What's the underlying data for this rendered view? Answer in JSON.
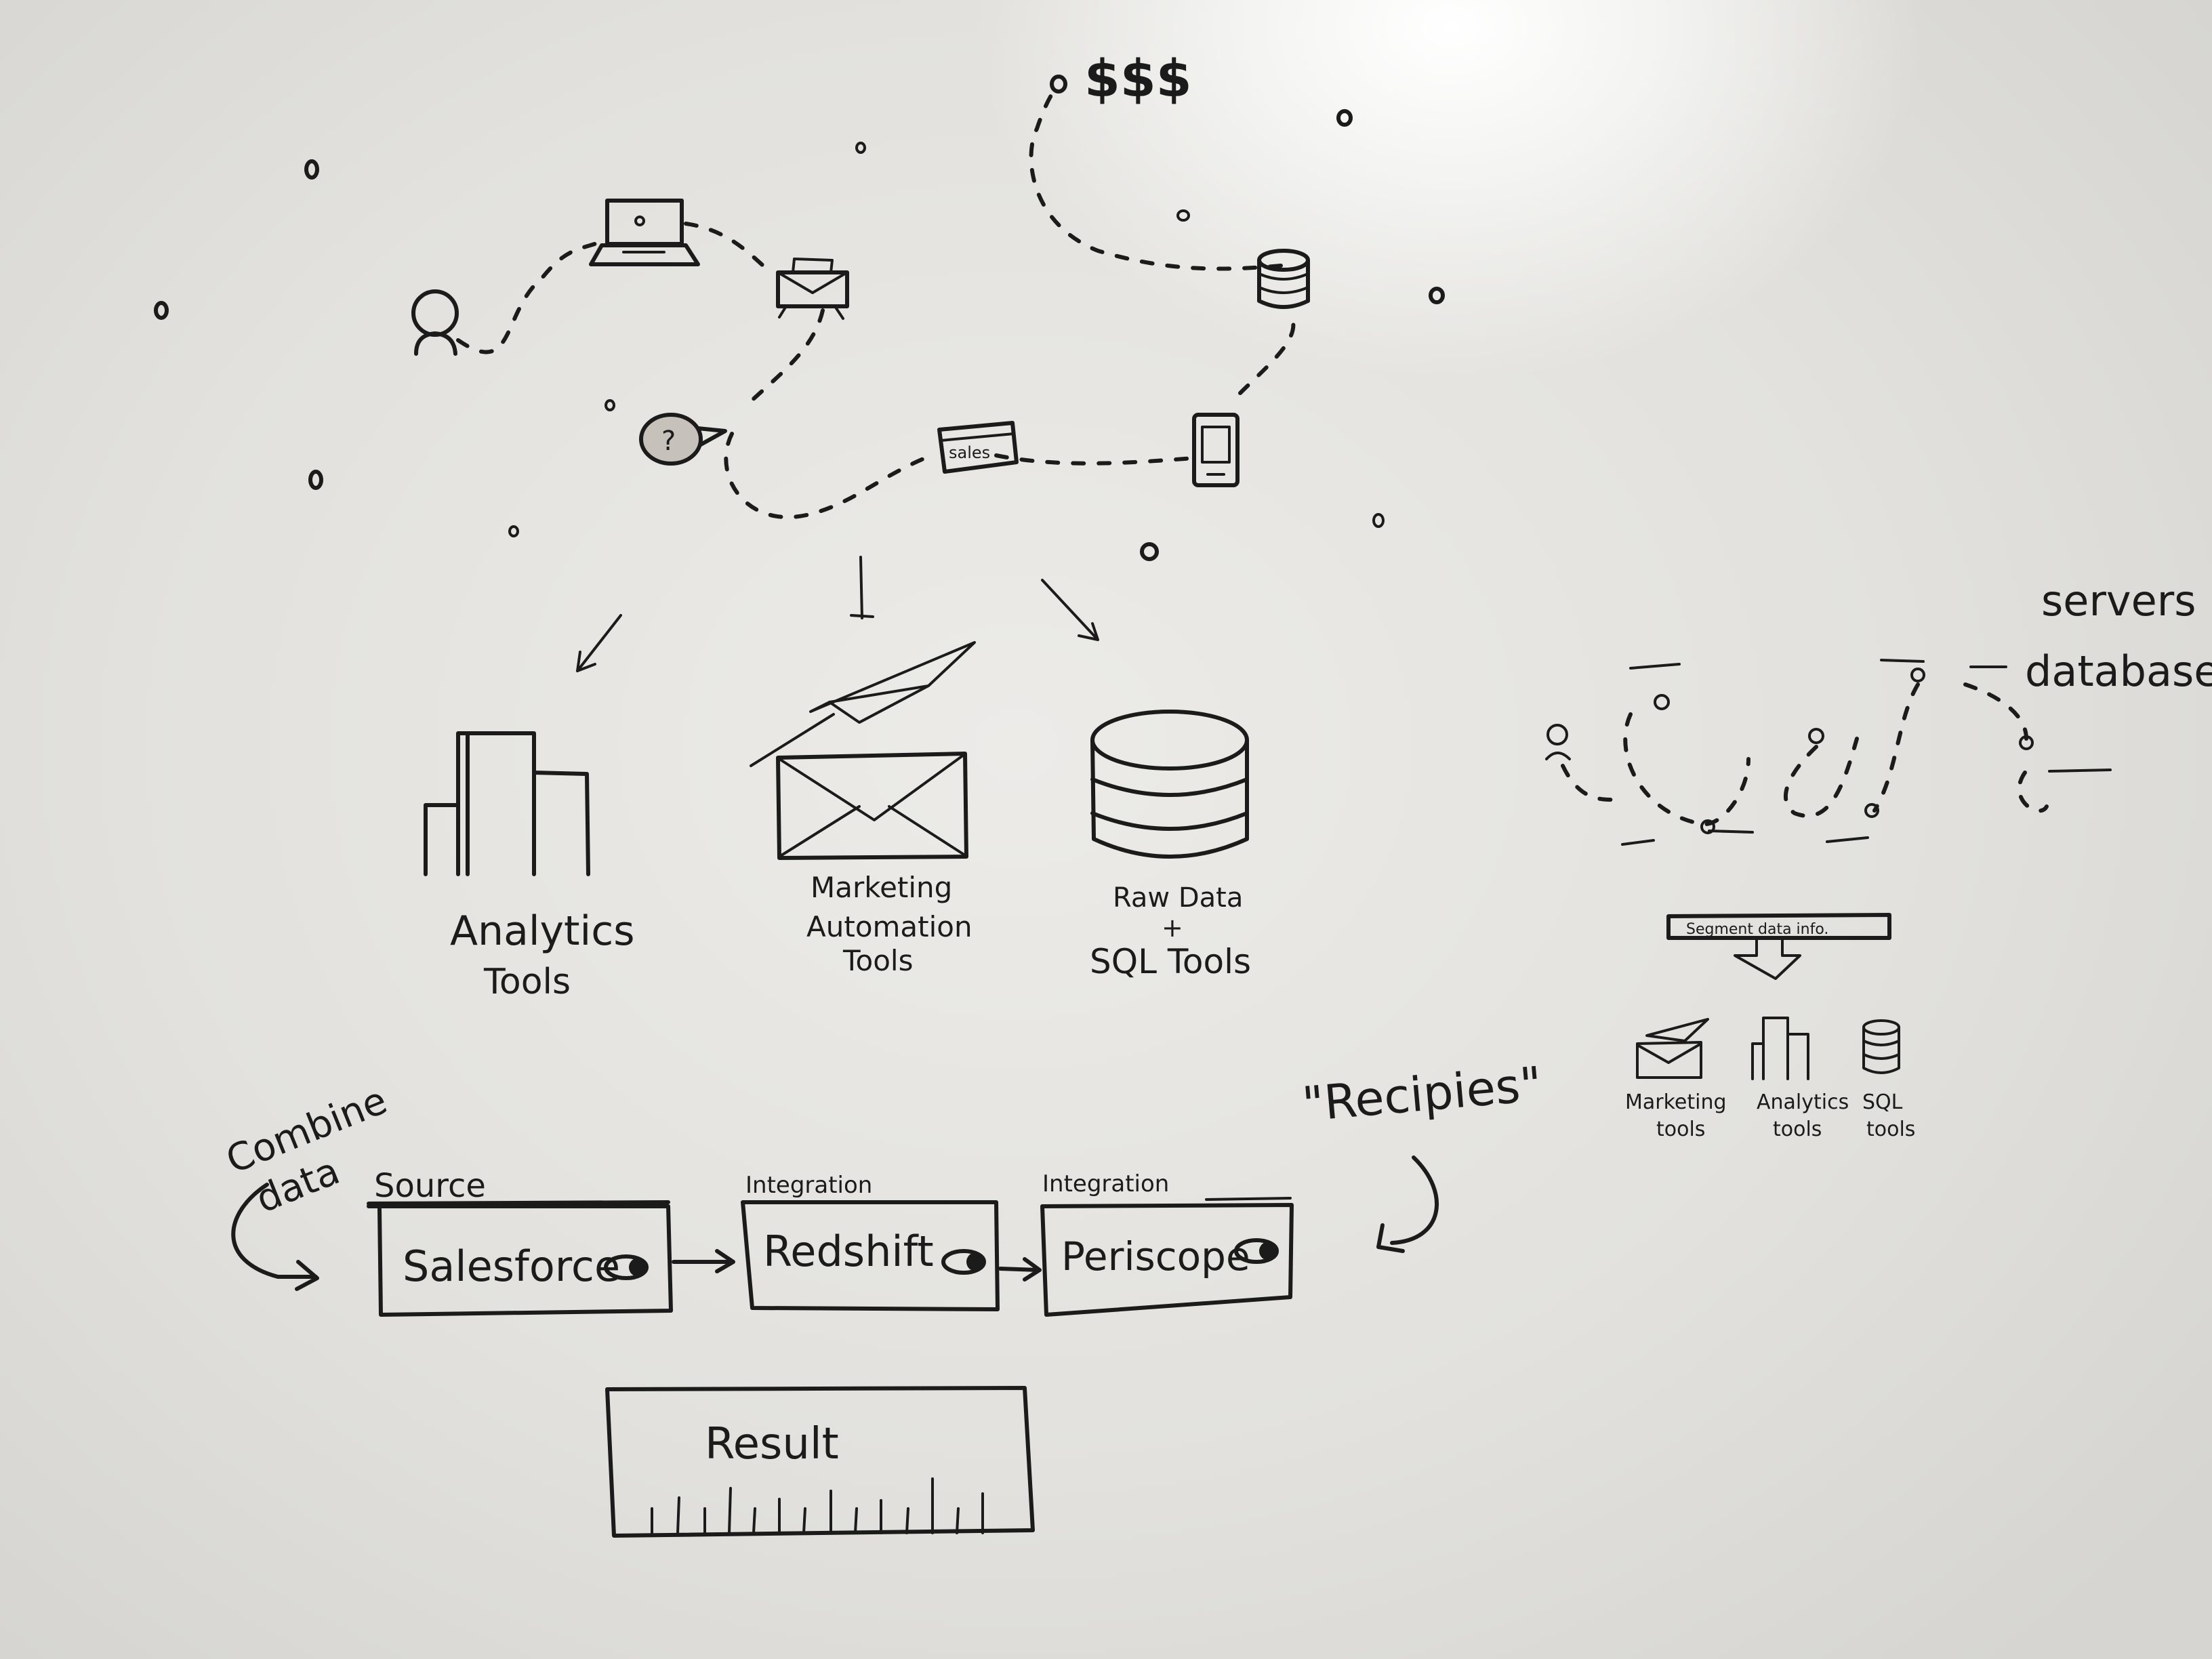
{
  "money_text": "$$$",
  "journey_labels": {
    "email_icon_text": "",
    "sales_label": "sales"
  },
  "tools": {
    "analytics": [
      "Analytics",
      "Tools"
    ],
    "marketing": [
      "Marketing",
      "Automation",
      "Tools"
    ],
    "raw_data": [
      "Raw Data",
      "+",
      "SQL Tools"
    ]
  },
  "right_panel": {
    "servers": "servers",
    "databases": "databases",
    "segment_bar": "Segment data info.",
    "small_tools": {
      "marketing": [
        "Marketing",
        "tools"
      ],
      "analytics": [
        "Analytics",
        "tools"
      ],
      "sql": [
        "SQL",
        "tools"
      ]
    }
  },
  "pipeline": {
    "combine": [
      "Combine",
      "data"
    ],
    "recipes": "\"Recipies\"",
    "source_label": "Source",
    "integration_label_1": "Integration",
    "integration_label_2": "Integration",
    "box1": "Salesforce",
    "box2": "Redshift",
    "box3": "Periscope",
    "result": "Result"
  }
}
